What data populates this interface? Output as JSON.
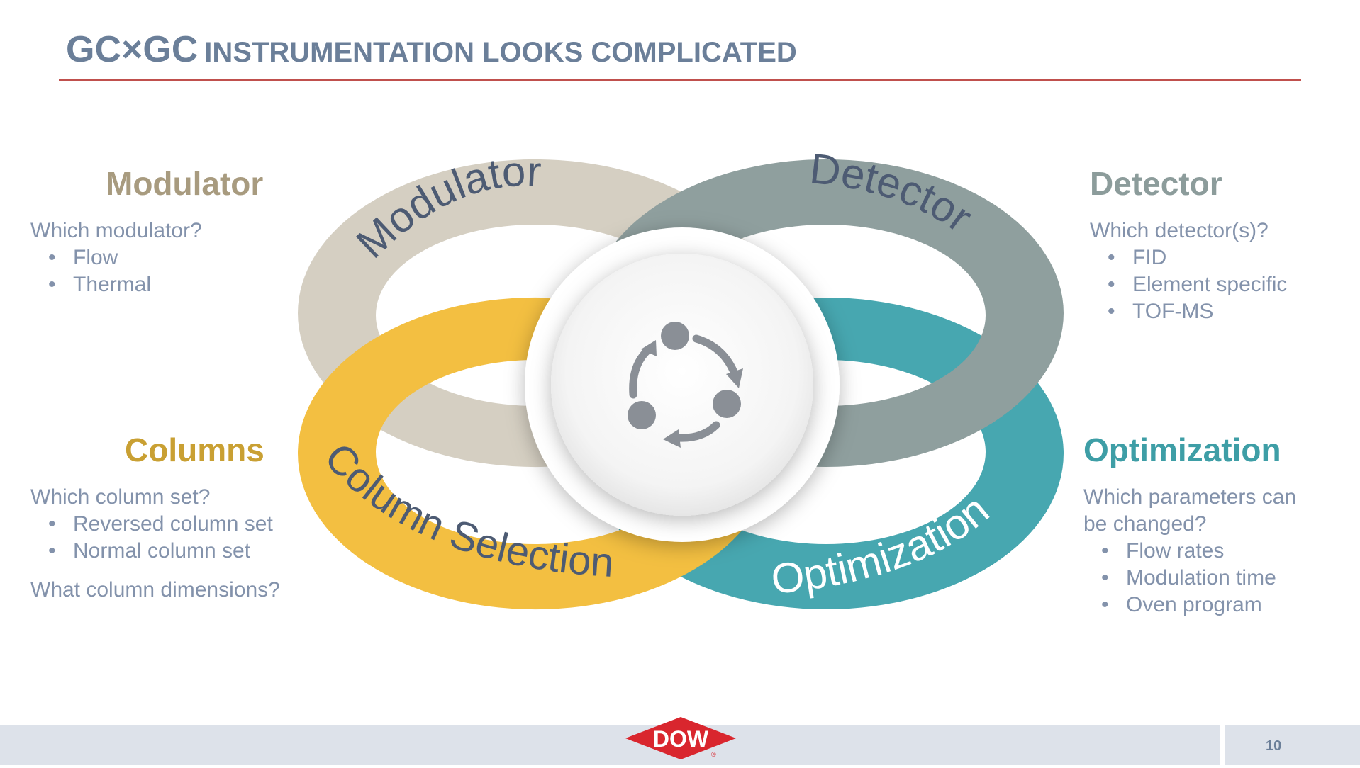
{
  "title": {
    "main": "GC×GC",
    "rest": "INSTRUMENTATION LOOKS COMPLICATED"
  },
  "colors": {
    "modulator": "#a89b7f",
    "detector": "#8c9c9b",
    "columns": "#c9a033",
    "optimization": "#3e9ea6",
    "ring_modulator": "#d5cfc2",
    "ring_detector": "#8f9f9e",
    "ring_columns": "#f3bf41",
    "ring_optimization": "#47a7b0"
  },
  "diagram": {
    "ring_labels": {
      "modulator": "Modulator",
      "detector": "Detector",
      "columns": "Column Selection",
      "optimization": "Optimization"
    },
    "center_icon": "cycle-arrows-icon"
  },
  "panels": {
    "modulator": {
      "heading": "Modulator",
      "question": "Which modulator?",
      "items": [
        "Flow",
        "Thermal"
      ]
    },
    "detector": {
      "heading": "Detector",
      "question": "Which detector(s)?",
      "items": [
        "FID",
        "Element specific",
        "TOF-MS"
      ]
    },
    "columns": {
      "heading": "Columns",
      "question": "Which column set?",
      "items": [
        "Reversed column set",
        "Normal column set"
      ],
      "question2": "What column dimensions?"
    },
    "optimization": {
      "heading": "Optimization",
      "question": "Which parameters can be changed?",
      "items": [
        "Flow rates",
        "Modulation time",
        "Oven program"
      ]
    }
  },
  "footer": {
    "logo_text": "DOW",
    "page_number": "10"
  }
}
